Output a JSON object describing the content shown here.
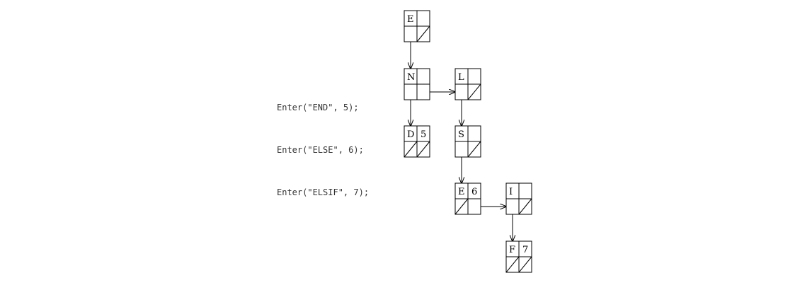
{
  "code_lines": [
    "Enter(\"END\", 5);",
    "Enter(\"ELSE\", 6);",
    "Enter(\"ELSIF\", 7);"
  ],
  "nodes": [
    {
      "id": "E-root",
      "char": "E",
      "value": "",
      "child_null": false,
      "sibling_null": true
    },
    {
      "id": "N",
      "char": "N",
      "value": "",
      "child_null": false,
      "sibling_null": false
    },
    {
      "id": "L",
      "char": "L",
      "value": "",
      "child_null": false,
      "sibling_null": true
    },
    {
      "id": "D",
      "char": "D",
      "value": "5",
      "child_null": true,
      "sibling_null": true
    },
    {
      "id": "S",
      "char": "S",
      "value": "",
      "child_null": false,
      "sibling_null": true
    },
    {
      "id": "E",
      "char": "E",
      "value": "6",
      "child_null": true,
      "sibling_null": false
    },
    {
      "id": "I",
      "char": "I",
      "value": "",
      "child_null": false,
      "sibling_null": true
    },
    {
      "id": "F",
      "char": "F",
      "value": "7",
      "child_null": true,
      "sibling_null": true
    }
  ],
  "edges": [
    {
      "from": "E-root",
      "to": "N",
      "kind": "child"
    },
    {
      "from": "N",
      "to": "D",
      "kind": "child"
    },
    {
      "from": "N",
      "to": "L",
      "kind": "sibling"
    },
    {
      "from": "L",
      "to": "S",
      "kind": "child"
    },
    {
      "from": "S",
      "to": "E",
      "kind": "child"
    },
    {
      "from": "E",
      "to": "I",
      "kind": "sibling"
    },
    {
      "from": "I",
      "to": "F",
      "kind": "child"
    }
  ]
}
